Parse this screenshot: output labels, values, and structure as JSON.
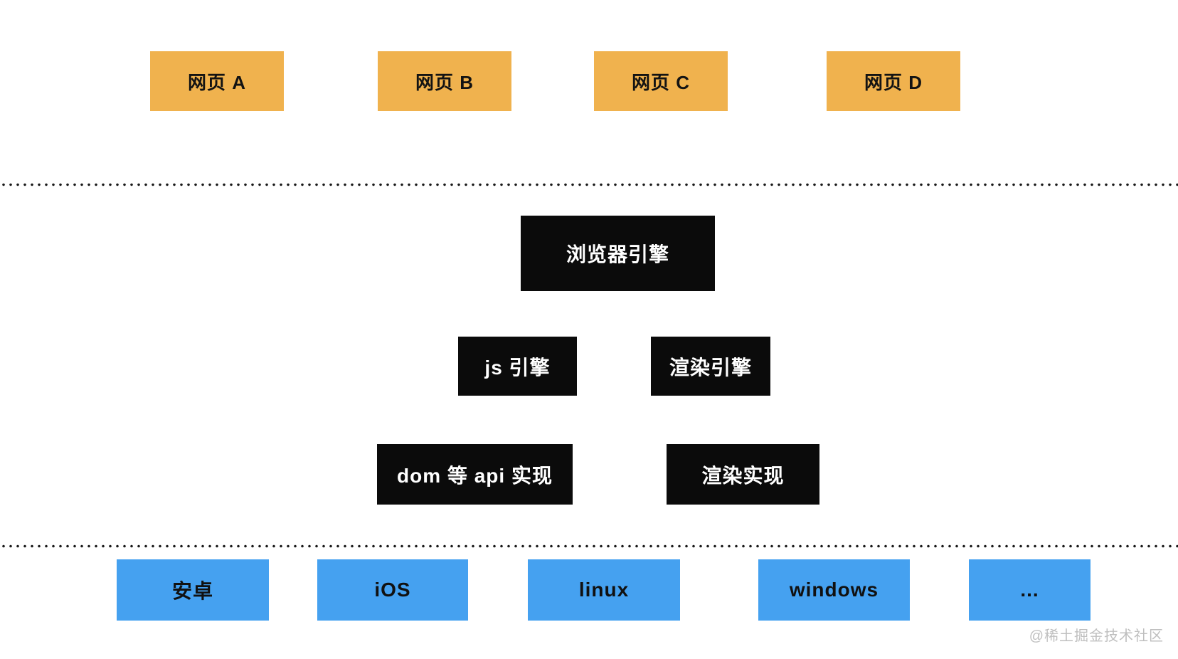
{
  "diagram": {
    "type": "browser-architecture",
    "colors": {
      "web_page_fill": "#F0B24E",
      "engine_fill": "#0B0B0B",
      "engine_text": "#FFFFFF",
      "os_fill": "#45A1F0",
      "box_text": "#111111",
      "divider_dot": "#1A1A1A",
      "watermark_text": "#BFBFBF",
      "background": "#FFFFFF"
    },
    "web_page_layer": {
      "items": [
        {
          "label": "网页 A"
        },
        {
          "label": "网页 B"
        },
        {
          "label": "网页 C"
        },
        {
          "label": "网页 D"
        }
      ]
    },
    "engine_layer": {
      "browser_engine": {
        "label": "浏览器引擎"
      },
      "js_engine": {
        "label": "js 引擎"
      },
      "render_engine": {
        "label": "渲染引擎"
      },
      "dom_api_impl": {
        "label": "dom 等 api 实现"
      },
      "render_impl": {
        "label": "渲染实现"
      }
    },
    "os_layer": {
      "items": [
        {
          "label": "安卓"
        },
        {
          "label": "iOS"
        },
        {
          "label": "linux"
        },
        {
          "label": "windows"
        },
        {
          "label": "..."
        }
      ]
    },
    "watermark": {
      "label": "@稀土掘金技术社区"
    }
  }
}
